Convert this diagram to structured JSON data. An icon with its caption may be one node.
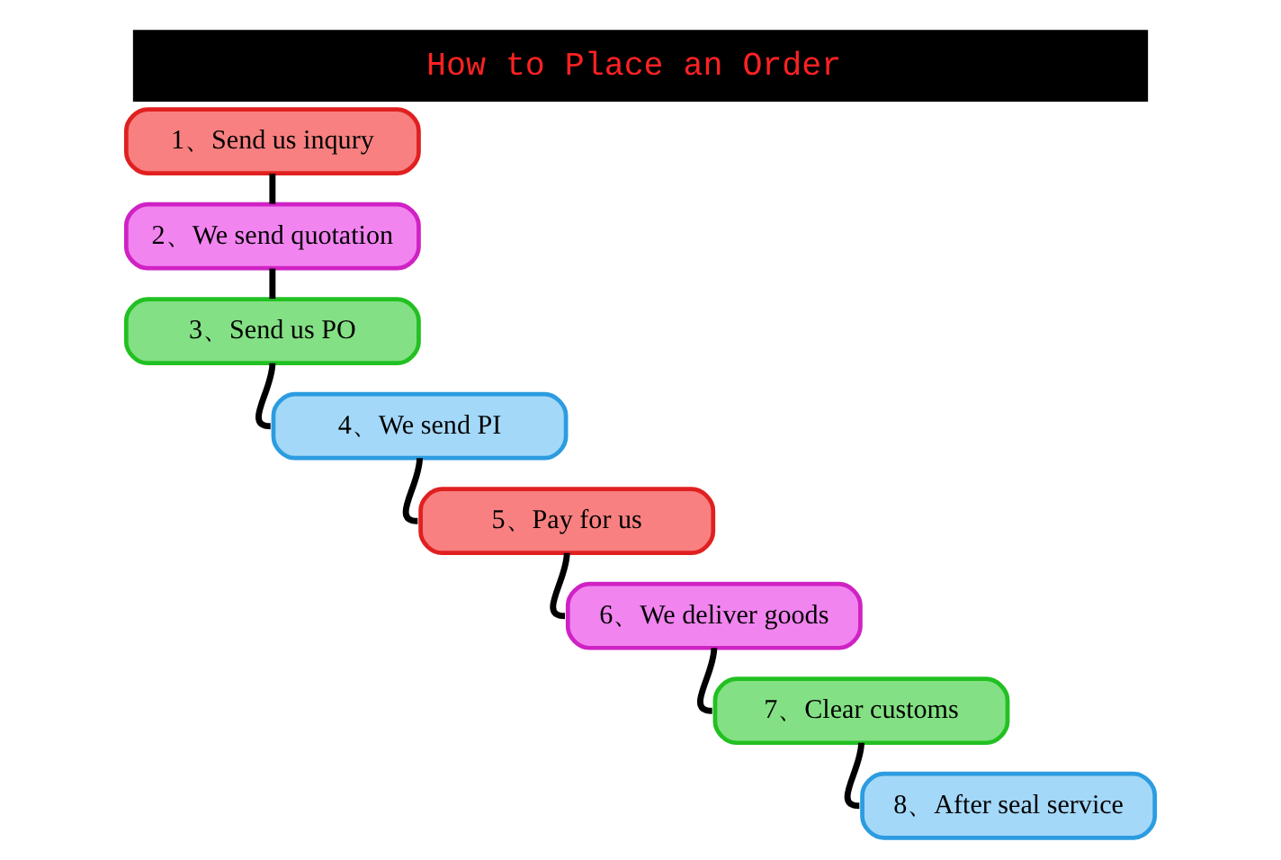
{
  "diagram": {
    "title": "How to Place an Order",
    "nodes": [
      {
        "text": [
          "1、Send us inqury"
        ]
      },
      {
        "text": [
          "2、We send quotation"
        ]
      },
      {
        "text": [
          "3、Send us PO"
        ]
      },
      {
        "text": [
          "4、We send PI"
        ]
      },
      {
        "text": [
          "5、Pay for us"
        ]
      },
      {
        "text": [
          "6、We deliver goods"
        ]
      },
      {
        "text": [
          "7、Clear customs"
        ]
      },
      {
        "text": [
          "8、After seal service"
        ]
      }
    ],
    "edges": [
      {
        "from": 0,
        "to": 1,
        "arrow": "none"
      },
      {
        "from": 1,
        "to": 2,
        "arrow": "none"
      },
      {
        "from": 2,
        "to": 3,
        "arrow": "none"
      },
      {
        "from": 3,
        "to": 4,
        "arrow": "none"
      },
      {
        "from": 4,
        "to": 5,
        "arrow": "none"
      },
      {
        "from": 5,
        "to": 6,
        "arrow": "none"
      },
      {
        "from": 6,
        "to": 7,
        "arrow": "none"
      }
    ]
  }
}
